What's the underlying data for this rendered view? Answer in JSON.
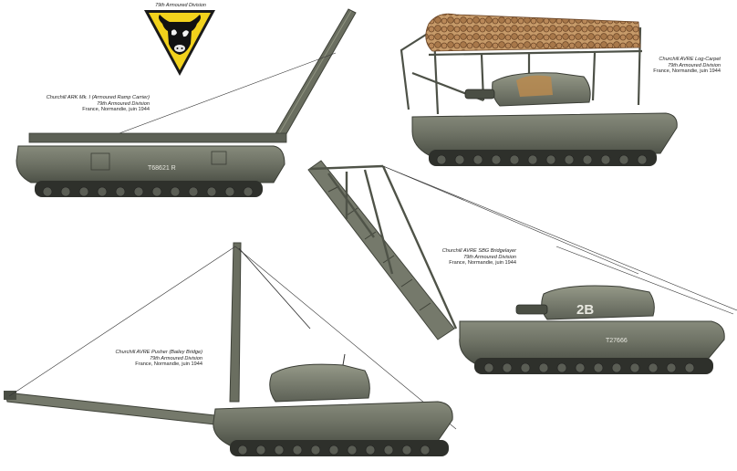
{
  "division_label": "79th Armoured Division",
  "captions": [
    {
      "name": "ark",
      "lines": [
        "Churchill ARK Mk. I (Armoured Ramp Carrier)",
        "79th Armoured Division",
        "France, Normandie, juin 1944"
      ]
    },
    {
      "name": "log-carpet",
      "lines": [
        "Churchill AVRE Log-Carpet",
        "79th Armoured Division",
        "France, Normandie, juin 1944"
      ]
    },
    {
      "name": "sbg",
      "lines": [
        "Churchill AVRE SBG Bridgelayer",
        "79th Armoured Division",
        "France, Normandie, juin 1944"
      ]
    },
    {
      "name": "pusher",
      "lines": [
        "Churchill AVRE Pusher (Bailey Bridge)",
        "79th Armoured Division",
        "France, Normandie, juin 1944"
      ]
    }
  ],
  "markings": {
    "ark_serial": "T68621 R",
    "sbg_turret": "2B",
    "sbg_serial": "T27666"
  },
  "colors": {
    "hull": "#6f7466",
    "hull_dark": "#4a4e44",
    "track": "#2e302b",
    "logs": "#b58a5a",
    "badge_yellow": "#f2d21c"
  }
}
